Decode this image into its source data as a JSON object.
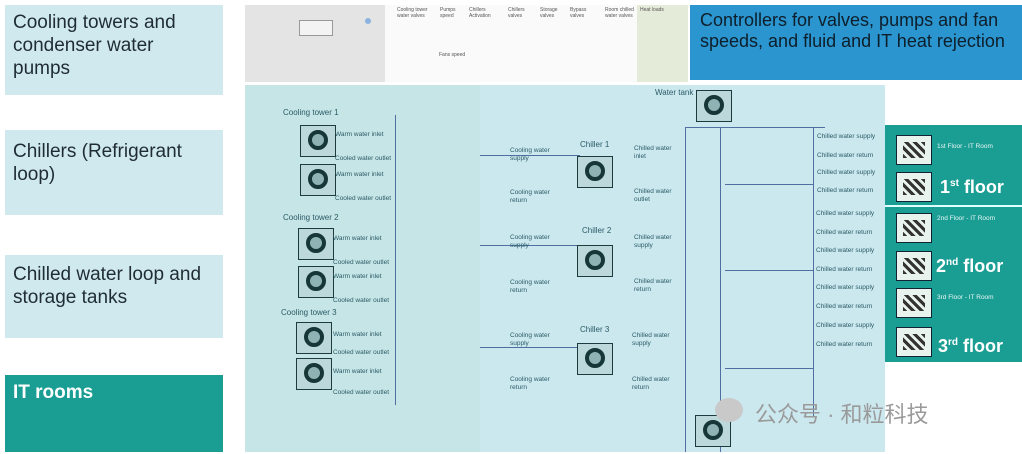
{
  "left_labels": [
    "Cooling towers and condenser water pumps",
    "Chillers (Refrigerant loop)",
    "Chilled water loop and storage tanks",
    "IT rooms"
  ],
  "controllers_title": "Controllers for valves, pumps and fan speeds, and fluid and IT heat rejection",
  "control_panel": {
    "headings": [
      "Cooling tower water valves",
      "Pumps speed",
      "Chillers Activation",
      "Chillers valves",
      "Storage valves",
      "Bypass valves",
      "Room chilled water valves",
      "Heat loads",
      "Fans speed"
    ]
  },
  "diagram": {
    "towers": [
      "Cooling tower 1",
      "Cooling tower 2",
      "Cooling tower 3"
    ],
    "warm_inlet": "Warm water inlet",
    "cooled_outlet": "Cooled water outlet",
    "chillers": [
      "Chiller 1",
      "Chiller 2",
      "Chiller 3"
    ],
    "cw_supply": "Cooling water supply",
    "cw_return": "Cooling water return",
    "ch_inlet": "Chilled water inlet",
    "ch_outlet": "Chilled water outlet",
    "ch_supply": "Chilled water supply",
    "ch_return": "Chilled water return",
    "water_tank": "Water tank"
  },
  "floors": [
    {
      "room": "1st Floor - IT Room",
      "num": "1",
      "suffix": "st",
      "word": "floor"
    },
    {
      "room": "2nd Floor - IT Room",
      "num": "2",
      "suffix": "nd",
      "word": "floor"
    },
    {
      "room": "3rd Floor - IT Room",
      "num": "3",
      "suffix": "rd",
      "word": "floor"
    }
  ],
  "watermark": "公众号 · 和粒科技",
  "colors": {
    "teal": "#1a9e94",
    "light_blue": "#cfe9ef",
    "title_blue": "#2a95cf"
  }
}
